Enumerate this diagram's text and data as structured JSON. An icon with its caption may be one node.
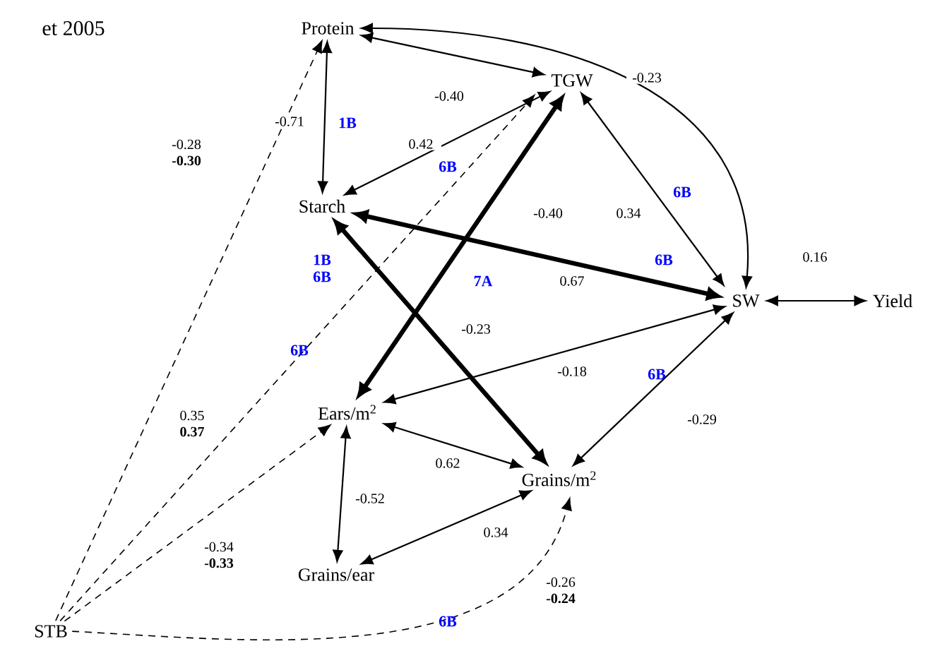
{
  "diagram": {
    "nodes": [
      {
        "text": [
          "Protein"
        ]
      },
      {
        "text": [
          "TGW"
        ]
      },
      {
        "text": [
          "Starch"
        ]
      },
      {
        "text": [
          "SW"
        ]
      },
      {
        "text": [
          "Yield"
        ]
      },
      {
        "text": [
          "Ears/m$^{2}$"
        ]
      },
      {
        "text": [
          "Grains/m$^{2}$"
        ]
      },
      {
        "text": [
          "Grains/ear"
        ]
      },
      {
        "text": [
          "STB"
        ]
      }
    ],
    "edges": [
      {
        "from": 0,
        "to": 1,
        "arrow": "both",
        "label": "-0.40"
      },
      {
        "from": 0,
        "to": 3,
        "arrow": "both",
        "label": "-0.23"
      },
      {
        "from": 0,
        "to": 2,
        "arrow": "both",
        "label": "-0.71"
      },
      {
        "from": 1,
        "to": 2,
        "arrow": "both",
        "label": "0.42"
      },
      {
        "from": 1,
        "to": 3,
        "arrow": "both",
        "label": "0.34"
      },
      {
        "from": 2,
        "to": 3,
        "arrow": "both",
        "label": "0.67",
        "style": "thick"
      },
      {
        "from": 5,
        "to": 1,
        "arrow": "both",
        "label": "-0.40",
        "style": "thick"
      },
      {
        "from": 2,
        "to": 6,
        "arrow": "both",
        "label": "-0.23",
        "style": "thick"
      },
      {
        "from": 5,
        "to": 3,
        "arrow": "both",
        "label": "-0.18"
      },
      {
        "from": 3,
        "to": 6,
        "arrow": "both",
        "label": "-0.29"
      },
      {
        "from": 5,
        "to": 6,
        "arrow": "both",
        "label": "0.62"
      },
      {
        "from": 5,
        "to": 7,
        "arrow": "both",
        "label": "-0.52"
      },
      {
        "from": 7,
        "to": 6,
        "arrow": "both",
        "label": "0.34"
      },
      {
        "from": 3,
        "to": 4,
        "arrow": "both",
        "label": "0.16"
      },
      {
        "from": 8,
        "to": 0,
        "arrow": "to",
        "label": "-0.28 **-0.30**",
        "style": "dashed"
      },
      {
        "from": 8,
        "to": 1,
        "arrow": "to",
        "label": "0.35 **0.37**",
        "style": "dashed"
      },
      {
        "from": 8,
        "to": 5,
        "arrow": "to",
        "label": "-0.34 **-0.33**",
        "style": "dashed"
      },
      {
        "from": 8,
        "to": 6,
        "arrow": "to",
        "label": "-0.26 **-0.24**",
        "style": "dashed"
      }
    ],
    "labels": [
      "et 2005",
      "1B",
      "6B",
      "6B",
      "1B 6B",
      "7A",
      "6B",
      "6B",
      "6B",
      "6B"
    ]
  }
}
